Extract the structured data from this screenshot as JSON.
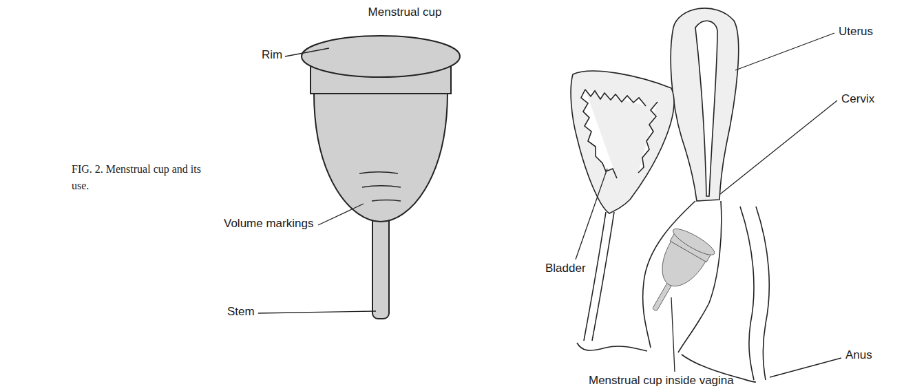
{
  "diagram": {
    "title": "Menstrual cup",
    "caption": "FIG. 2. Menstrual cup and its use.",
    "labels": [
      "Rim",
      "Volume markings",
      "Stem",
      "Uterus",
      "Cervix",
      "Bladder",
      "Menstrual cup inside vagina",
      "Anus"
    ]
  }
}
